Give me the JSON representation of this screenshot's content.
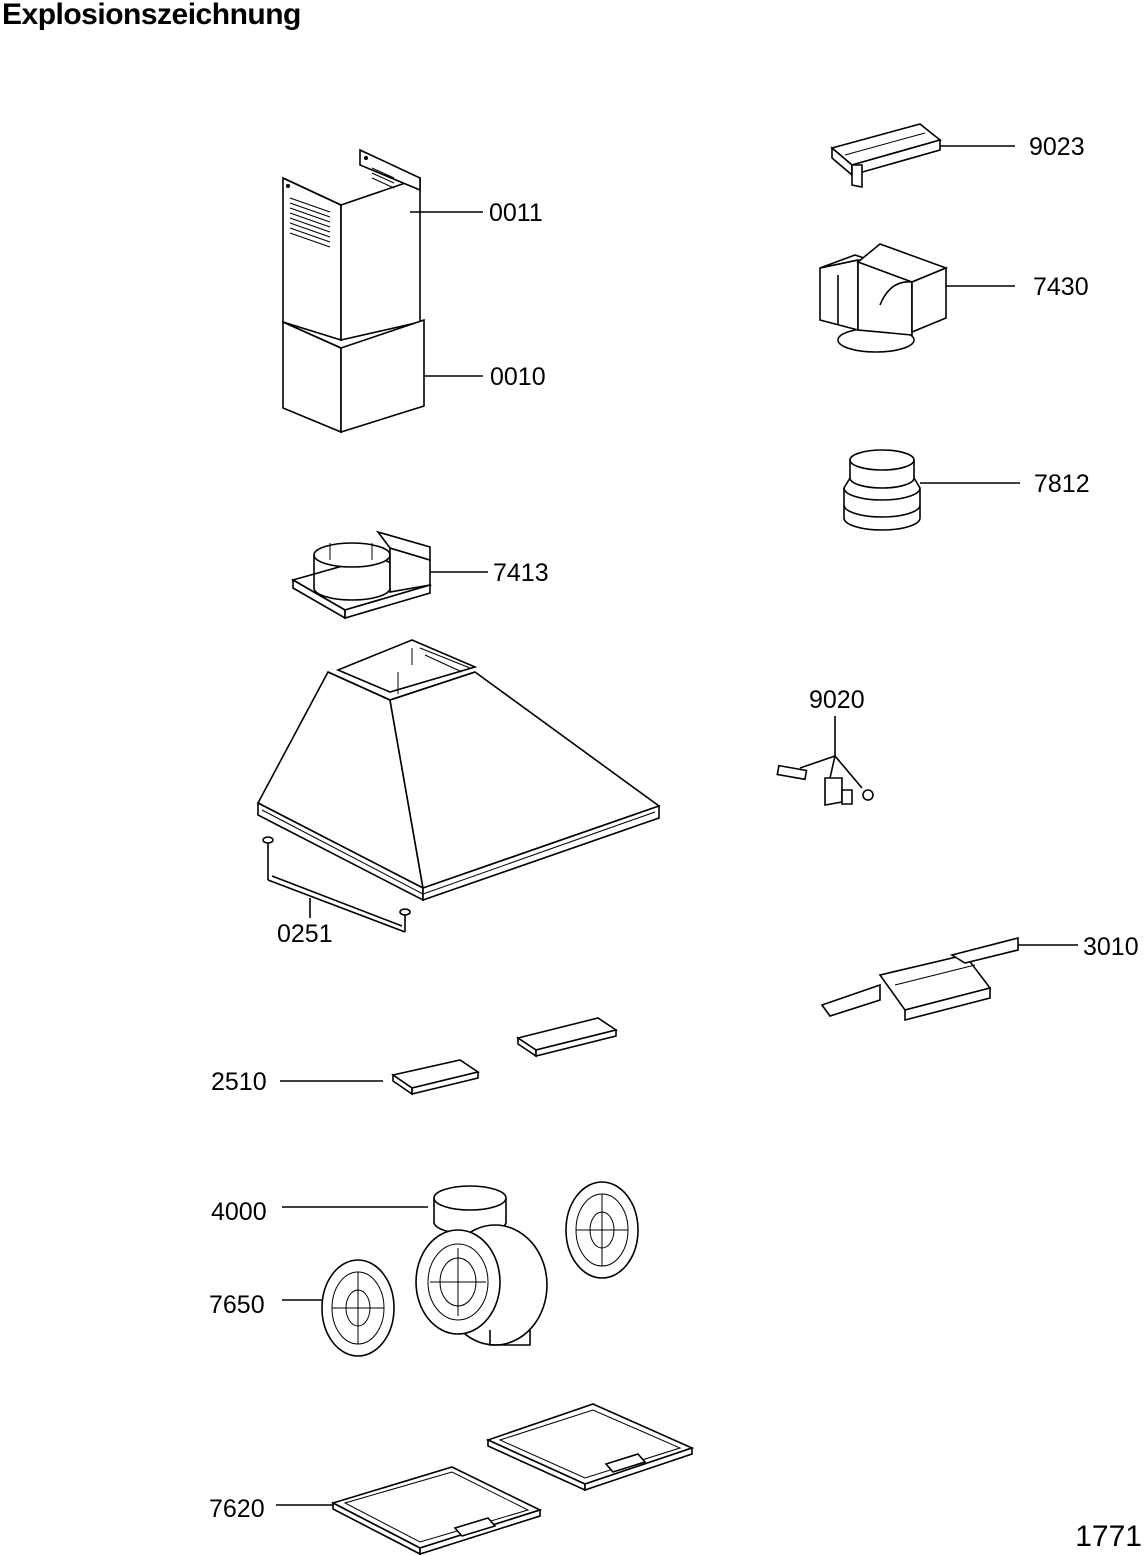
{
  "title": "Explosionszeichnung",
  "page_number": "1771",
  "callouts": {
    "c9023": "9023",
    "c0011": "0011",
    "c7430": "7430",
    "c0010": "0010",
    "c7812": "7812",
    "c7413": "7413",
    "c9020": "9020",
    "c0251": "0251",
    "c3010": "3010",
    "c2510": "2510",
    "c4000": "4000",
    "c7650": "7650",
    "c7620": "7620"
  }
}
